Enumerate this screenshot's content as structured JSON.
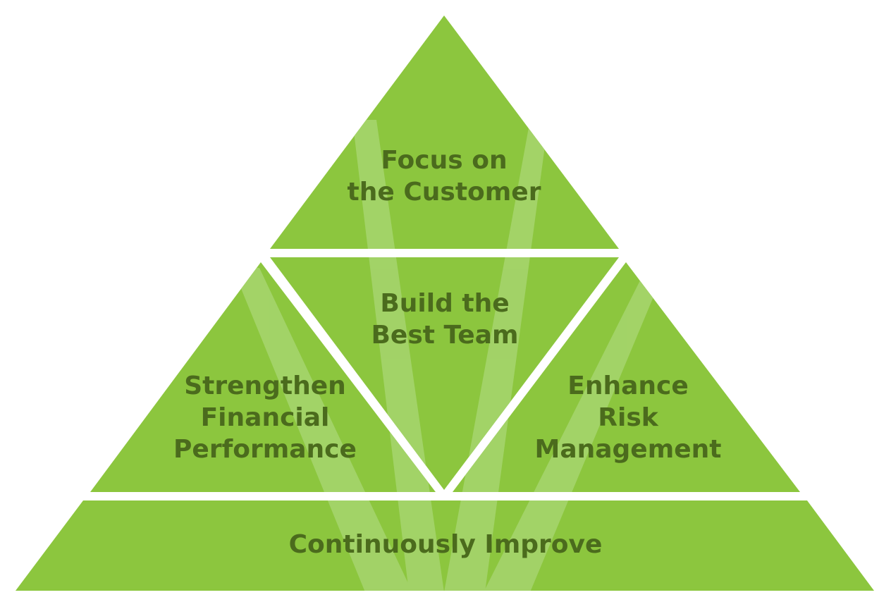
{
  "colors": {
    "fill": "#8cc63e",
    "ray": "#a5d46c",
    "text": "#4b6b1d"
  },
  "sections": {
    "top": {
      "lines": [
        "Focus on",
        "the Customer"
      ]
    },
    "middle": {
      "lines": [
        "Build the",
        "Best Team"
      ]
    },
    "left": {
      "lines": [
        "Strengthen",
        "Financial",
        "Performance"
      ]
    },
    "right": {
      "lines": [
        "Enhance",
        "Risk",
        "Management"
      ]
    },
    "base": {
      "lines": [
        "Continuously Improve"
      ]
    }
  }
}
